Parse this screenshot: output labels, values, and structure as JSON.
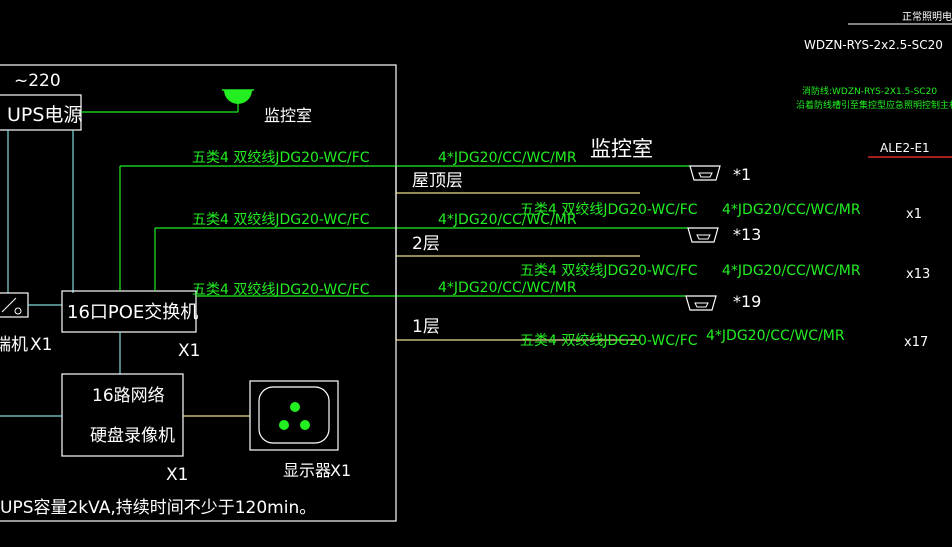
{
  "colors": {
    "background": "#000000",
    "line_white": "#ffffff",
    "line_green": "#22ee22",
    "line_yellow": "#e8e08a",
    "line_cyan": "#7fd8d8",
    "accent_red": "#ff3333"
  },
  "top_right": {
    "title": "正常照明电源",
    "cable": "WDZN-RYS-2x2.5-SC20",
    "note_line1": "消防线:WDZN-RYS-2X1.5-SC20",
    "note_line2": "沿着防线槽引至集控型应急照明控制主机",
    "panel_id": "ALE2-E1"
  },
  "left": {
    "supply": "~220",
    "ups": "UPS电源",
    "terminal_partial": "端机",
    "terminal_qty": "X1",
    "poe_switch": "16口POE交换机",
    "poe_qty": "X1",
    "nvr_line1": "16路网络",
    "nvr_line2": "硬盘录像机",
    "nvr_qty": "X1",
    "monitor": "显示器",
    "monitor_qty": "X1",
    "ups_note": "UPS容量2kVA,持续时间不少于120min。",
    "monitor_room": "监控室"
  },
  "runs": {
    "cable_main": "五类4 双绞线JDG20-WC/FC",
    "cable_sub": "4*JDG20/CC/WC/MR",
    "room_label": "监控室",
    "floors": [
      "屋顶层",
      "2层",
      "1层"
    ],
    "camera_counts": [
      "*1",
      "*13",
      "*19"
    ],
    "qty": [
      "x1",
      "x13",
      "x17"
    ]
  }
}
